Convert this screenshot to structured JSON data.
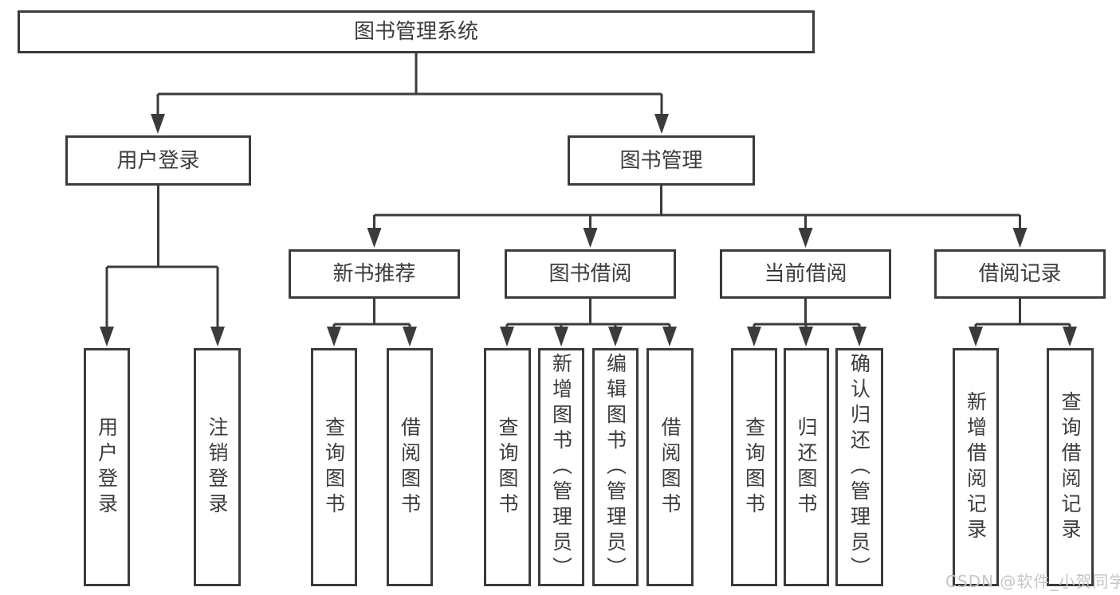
{
  "diagram": {
    "type": "hierarchy-tree",
    "colors": {
      "line": "#3b3b3b",
      "border": "#3b3b3b",
      "text": "#3c3c3c",
      "background": "#ffffff",
      "watermark": "#c6c6c6"
    },
    "watermark": "CSDN @软件_小贺同学",
    "tree": {
      "label": "图书管理系统",
      "children": [
        {
          "label": "用户登录",
          "children": [
            {
              "label": "用户登录"
            },
            {
              "label": "注销登录"
            }
          ]
        },
        {
          "label": "图书管理",
          "children": [
            {
              "label": "新书推荐",
              "children": [
                {
                  "label": "查询图书"
                },
                {
                  "label": "借阅图书"
                }
              ]
            },
            {
              "label": "图书借阅",
              "children": [
                {
                  "label": "查询图书"
                },
                {
                  "label": "新增图书（管理员）"
                },
                {
                  "label": "编辑图书（管理员）"
                },
                {
                  "label": "借阅图书"
                }
              ]
            },
            {
              "label": "当前借阅",
              "children": [
                {
                  "label": "查询图书"
                },
                {
                  "label": "归还图书"
                },
                {
                  "label": "确认归还（管理员）"
                }
              ]
            },
            {
              "label": "借阅记录",
              "children": [
                {
                  "label": "新增借阅记录"
                },
                {
                  "label": "查询借阅记录"
                }
              ]
            }
          ]
        }
      ]
    }
  }
}
